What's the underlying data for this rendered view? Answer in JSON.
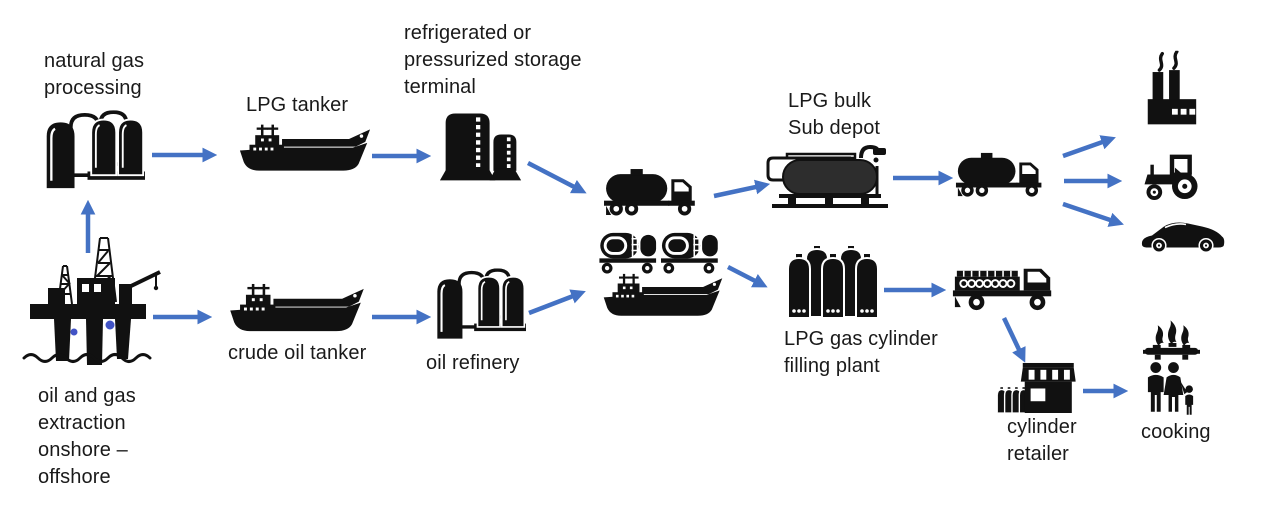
{
  "diagram": {
    "subject": "LPG supply chain flow diagram",
    "colors": {
      "arrow_blue": "#4472C4",
      "icon_black": "#111111",
      "bulk_tank_dark": "#2d2d2d",
      "rig_dot_blue": "#4153C5",
      "text": "#1a1a1a",
      "background": "#ffffff"
    }
  },
  "nodes": {
    "natural_gas_processing": {
      "label": "natural gas\nprocessing",
      "icon": "storage-tanks-icon"
    },
    "oil_gas_extraction": {
      "label": "oil and gas\nextraction\nonshore –\noffshore",
      "icon": "oil-rig-icon"
    },
    "lpg_tanker": {
      "label": "LPG tanker",
      "icon": "ship-icon"
    },
    "storage_terminal": {
      "label": "refrigerated or\npressurized storage\nterminal",
      "icon": "storage-terminal-icon"
    },
    "crude_oil_tanker": {
      "label": "crude oil tanker",
      "icon": "ship-icon"
    },
    "oil_refinery": {
      "label": "oil refinery",
      "icon": "storage-tanks-icon"
    },
    "transport_truck": {
      "icon": "tanker-truck-icon"
    },
    "transport_rail": {
      "icon": "rail-tank-cars-icon"
    },
    "transport_ship": {
      "icon": "ship-icon"
    },
    "lpg_bulk_sub_depot": {
      "label": "LPG bulk\nSub depot",
      "icon": "bulk-storage-tank-icon"
    },
    "delivery_tanker_truck": {
      "icon": "tanker-truck-icon"
    },
    "factory_use": {
      "icon": "factory-icon"
    },
    "tractor_use": {
      "icon": "tractor-icon"
    },
    "car_use": {
      "icon": "car-icon"
    },
    "cylinder_filling_plant": {
      "label": "LPG gas cylinder\nfilling plant",
      "icon": "gas-cylinders-icon"
    },
    "cylinder_delivery_truck": {
      "icon": "cylinder-truck-icon"
    },
    "cylinder_retailer": {
      "label": "cylinder\nretailer",
      "icon": "storefront-cylinders-icon"
    },
    "cooking": {
      "label": "cooking",
      "icon": "stove-family-icon"
    }
  }
}
